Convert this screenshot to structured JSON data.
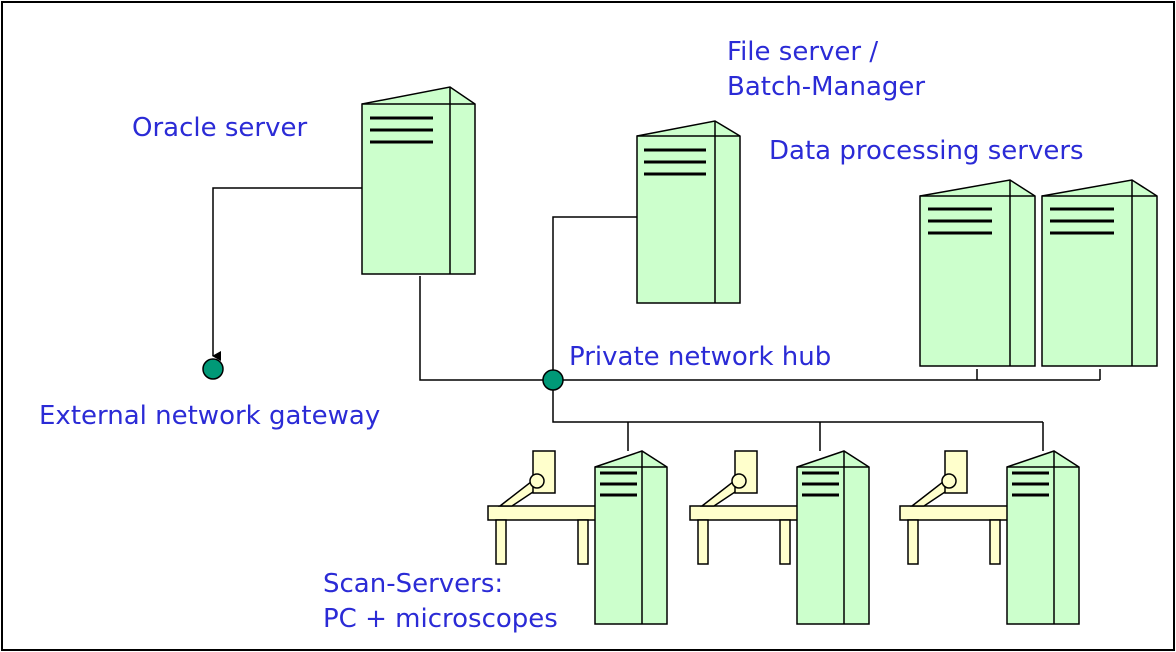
{
  "labels": {
    "oracle_server": "Oracle server",
    "file_server_line1": "File server /",
    "file_server_line2": "Batch-Manager",
    "data_processing": "Data processing servers",
    "private_hub": "Private network hub",
    "external_gateway": "External network gateway",
    "scan_servers_line1": "Scan-Servers:",
    "scan_servers_line2": "PC + microscopes"
  },
  "colors": {
    "label_text": "#2B2BD6",
    "server_fill": "#CCFFCC",
    "microscope_fill": "#FFFFCC",
    "node_fill": "#009977",
    "line": "#000000"
  }
}
